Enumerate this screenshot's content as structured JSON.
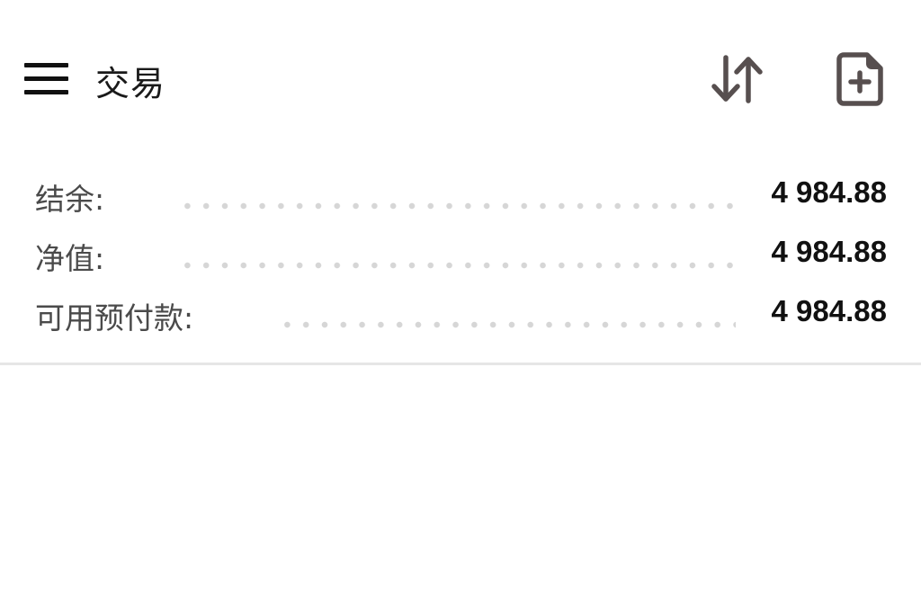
{
  "header": {
    "title": "交易",
    "icons": {
      "menu": "hamburger-menu-icon",
      "sort": "sort-arrows-icon",
      "new_order": "file-plus-icon"
    }
  },
  "summary": {
    "rows": [
      {
        "label": "结余:",
        "value": "4 984.88"
      },
      {
        "label": "净值:",
        "value": "4 984.88"
      },
      {
        "label": "可用预付款:",
        "value": "4 984.88"
      }
    ]
  },
  "colors": {
    "icon": "#574f4f",
    "label": "#4a4a4a",
    "value": "#111111",
    "dots": "#d6d6d6",
    "divider": "#e6e6e6"
  }
}
